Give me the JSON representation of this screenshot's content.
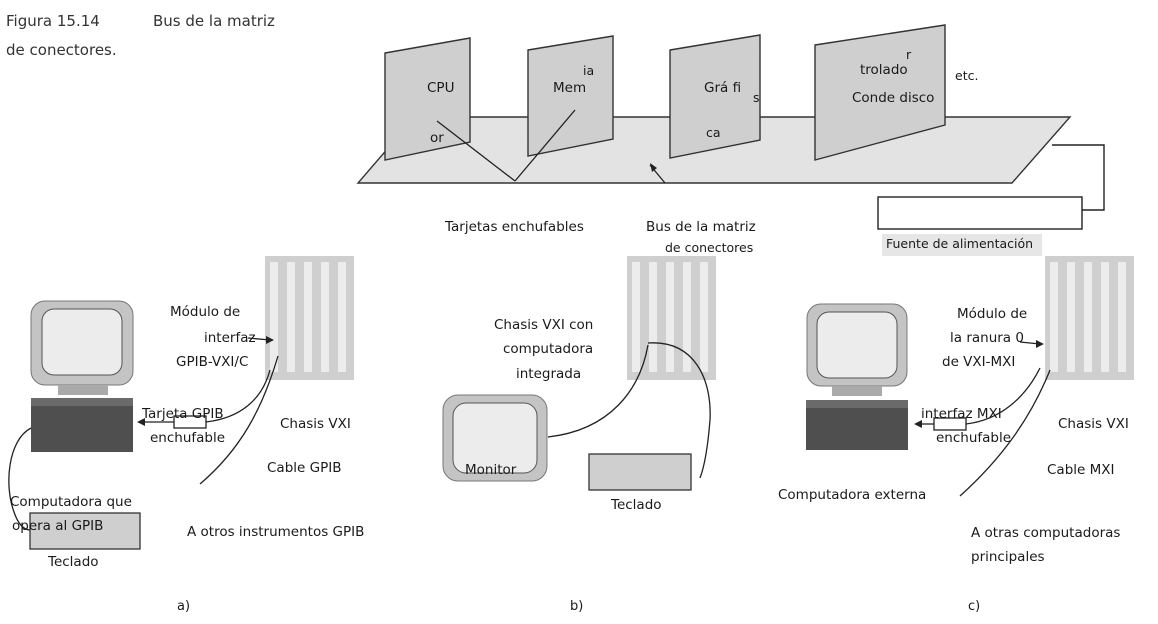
{
  "caption": {
    "number": "Figura 15.14",
    "title_line1": "Bus de la matriz",
    "title_line2": "de conectores."
  },
  "top_diagram": {
    "cards": {
      "cpu": "CPU",
      "cpu_frag": "or",
      "mem": "Mem",
      "mem_frag": "ia",
      "graf": "Grá  fi",
      "graf_s": "s",
      "graf_ca": "ca",
      "ctrl_r": "r",
      "ctrl_trolado": "trolado",
      "ctrl_conde": "Conde disco",
      "etc": "etc."
    },
    "tarjetas_label": "Tarjetas enchufables",
    "bus_label_line1": "Bus de la matriz",
    "bus_label_line2": "de conectores",
    "power_label": "Fuente de alimentación"
  },
  "panel_a": {
    "modulo_line1": "Módulo de",
    "modulo_line2": "interfaz",
    "modulo_line3": "GPIB-VXI/C",
    "tarjeta_line1": "Tarjeta GPIB",
    "tarjeta_line2": "enchufable",
    "chasis": "Chasis VXI",
    "cable": "Cable GPIB",
    "computer_line1": "Computadora que",
    "computer_line2": "opera al GPIB",
    "teclado": "Teclado",
    "otros": "A otros instrumentos GPIB",
    "letter": "a)"
  },
  "panel_b": {
    "chasis_line1": "Chasis VXI con",
    "chasis_line2": "computadora",
    "chasis_line3": "integrada",
    "monitor": "Monitor",
    "teclado": "Teclado",
    "letter": "b)"
  },
  "panel_c": {
    "modulo_line1": "Módulo de",
    "modulo_line2": "la ranura 0",
    "modulo_line3": "de VXI-MXI",
    "interfaz_line1": "interfaz MXI",
    "interfaz_line2": "enchufable",
    "chasis": "Chasis VXI",
    "cable": "Cable MXI",
    "computer": "Computadora externa",
    "otras_line1": "A otras computadoras",
    "otras_line2": "principales",
    "letter": "c)"
  }
}
